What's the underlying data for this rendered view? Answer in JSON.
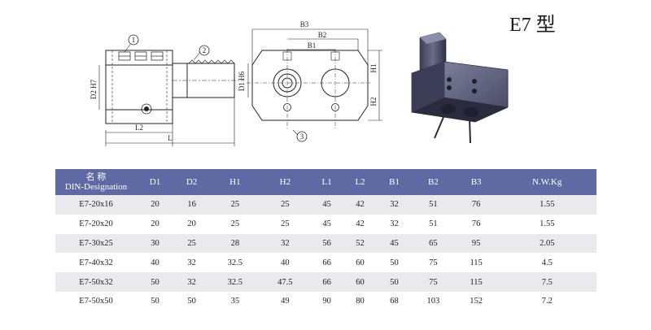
{
  "title": "E7 型",
  "drawing": {
    "callouts": [
      "1",
      "2",
      "3"
    ],
    "side_view_dims": [
      "D2 H7",
      "D1 H6",
      "L2",
      "L"
    ],
    "front_view_dims": [
      "B3",
      "B2",
      "B1",
      "H1",
      "H2"
    ]
  },
  "table": {
    "header": {
      "name_cn": "名 称",
      "name_en": "DIN-Designation",
      "cols": [
        "D1",
        "D2",
        "H1",
        "H2",
        "L1",
        "L2",
        "B1",
        "B2",
        "B3",
        "N.W.Kg"
      ]
    },
    "rows": [
      {
        "name": "E7-20x16",
        "cells": [
          "20",
          "16",
          "25",
          "25",
          "45",
          "42",
          "32",
          "51",
          "76",
          "1.55"
        ]
      },
      {
        "name": "E7-20x20",
        "cells": [
          "20",
          "20",
          "25",
          "25",
          "45",
          "42",
          "32",
          "51",
          "76",
          "1.55"
        ]
      },
      {
        "name": "E7-30x25",
        "cells": [
          "30",
          "25",
          "28",
          "32",
          "56",
          "52",
          "45",
          "65",
          "95",
          "2.05"
        ]
      },
      {
        "name": "E7-40x32",
        "cells": [
          "40",
          "32",
          "32.5",
          "40",
          "66",
          "60",
          "50",
          "75",
          "115",
          "4.5"
        ]
      },
      {
        "name": "E7-50x32",
        "cells": [
          "50",
          "32",
          "32.5",
          "47.5",
          "66",
          "60",
          "50",
          "75",
          "115",
          "7.5"
        ]
      },
      {
        "name": "E7-50x50",
        "cells": [
          "50",
          "50",
          "35",
          "49",
          "90",
          "80",
          "68",
          "103",
          "152",
          "7.2"
        ]
      }
    ]
  }
}
